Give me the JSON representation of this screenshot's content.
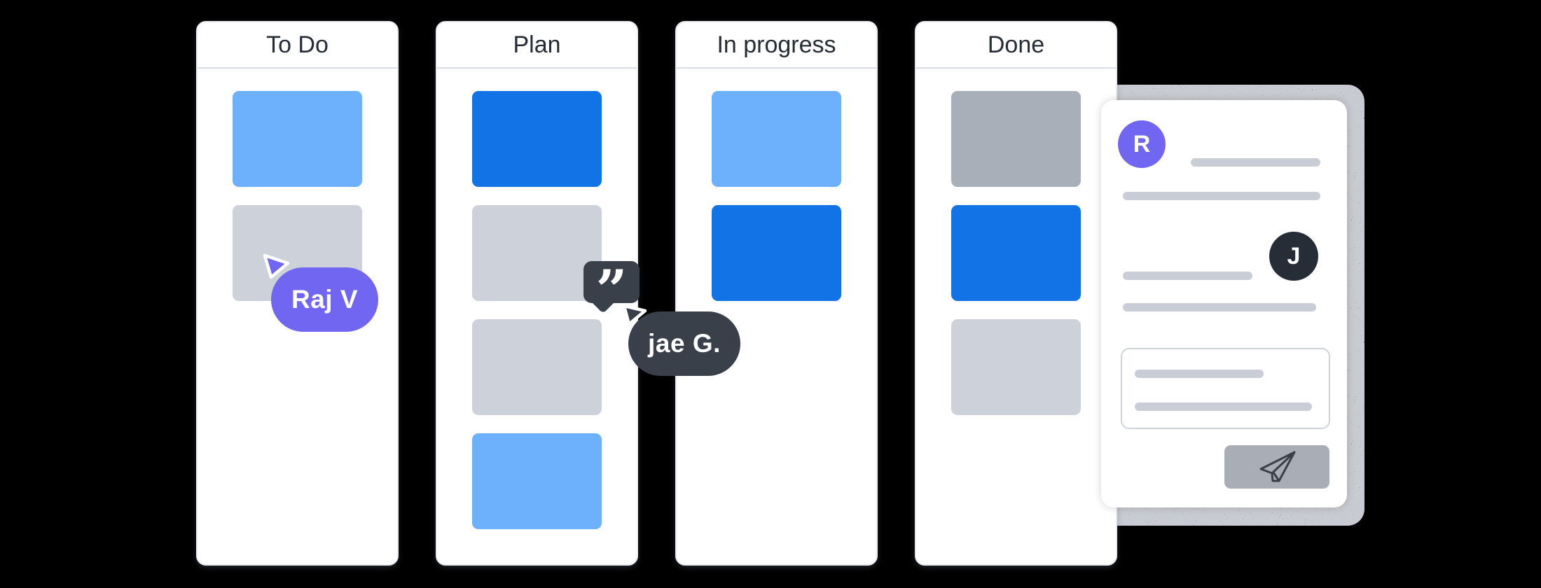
{
  "colors": {
    "light_blue": "#6db0fb",
    "bright_blue": "#1273e6",
    "light_gray": "#cdd2da",
    "mid_gray": "#a9afb8",
    "purple": "#7166f1",
    "slate": "#394049",
    "slate_dark": "#272d36",
    "header_text": "#262c35",
    "placeholder_line_gray": "#c8cdd6",
    "send_button_gray": "#a9aeb6"
  },
  "board": {
    "columns": [
      {
        "title": "To Do",
        "cards": [
          "light_blue",
          "light_gray"
        ]
      },
      {
        "title": "Plan",
        "cards": [
          "bright_blue",
          "light_gray",
          "light_gray",
          "light_blue"
        ]
      },
      {
        "title": "In progress",
        "cards": [
          "light_blue",
          "bright_blue"
        ]
      },
      {
        "title": "Done",
        "cards": [
          "mid_gray",
          "bright_blue",
          "light_gray"
        ]
      }
    ]
  },
  "cursors": {
    "raj": {
      "label": "Raj V",
      "color": "#7166f1"
    },
    "jae": {
      "label": "jae G.",
      "color": "#394049"
    }
  },
  "quote_bubble": {
    "glyph": "”",
    "color": "#394049"
  },
  "card_panel": {
    "author_initial": "R",
    "author_color": "#7166f1",
    "commenter_initial": "J",
    "commenter_color": "#272d36",
    "send_icon": "paper-plane-icon",
    "send_icon_color": "#394049"
  }
}
